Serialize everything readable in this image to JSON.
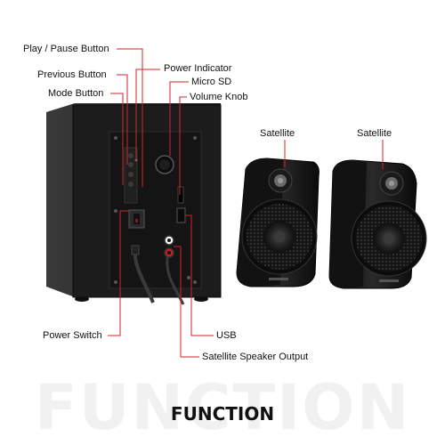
{
  "labels": {
    "play_pause": "Play / Pause Button",
    "previous": "Previous Button",
    "mode": "Mode Button",
    "power_indicator": "Power Indicator",
    "micro_sd": "Micro SD",
    "volume_knob": "Volume Knob",
    "satellite_left": "Satellite",
    "satellite_right": "Satellite",
    "power_switch": "Power Switch",
    "usb": "USB",
    "satellite_output": "Satellite Speaker Output"
  },
  "watermark": "FUNCTION",
  "caption": "FUNCTION",
  "colors": {
    "leader_line": "#d0262b",
    "cabinet": "#1a1a1a",
    "text": "#111111"
  }
}
